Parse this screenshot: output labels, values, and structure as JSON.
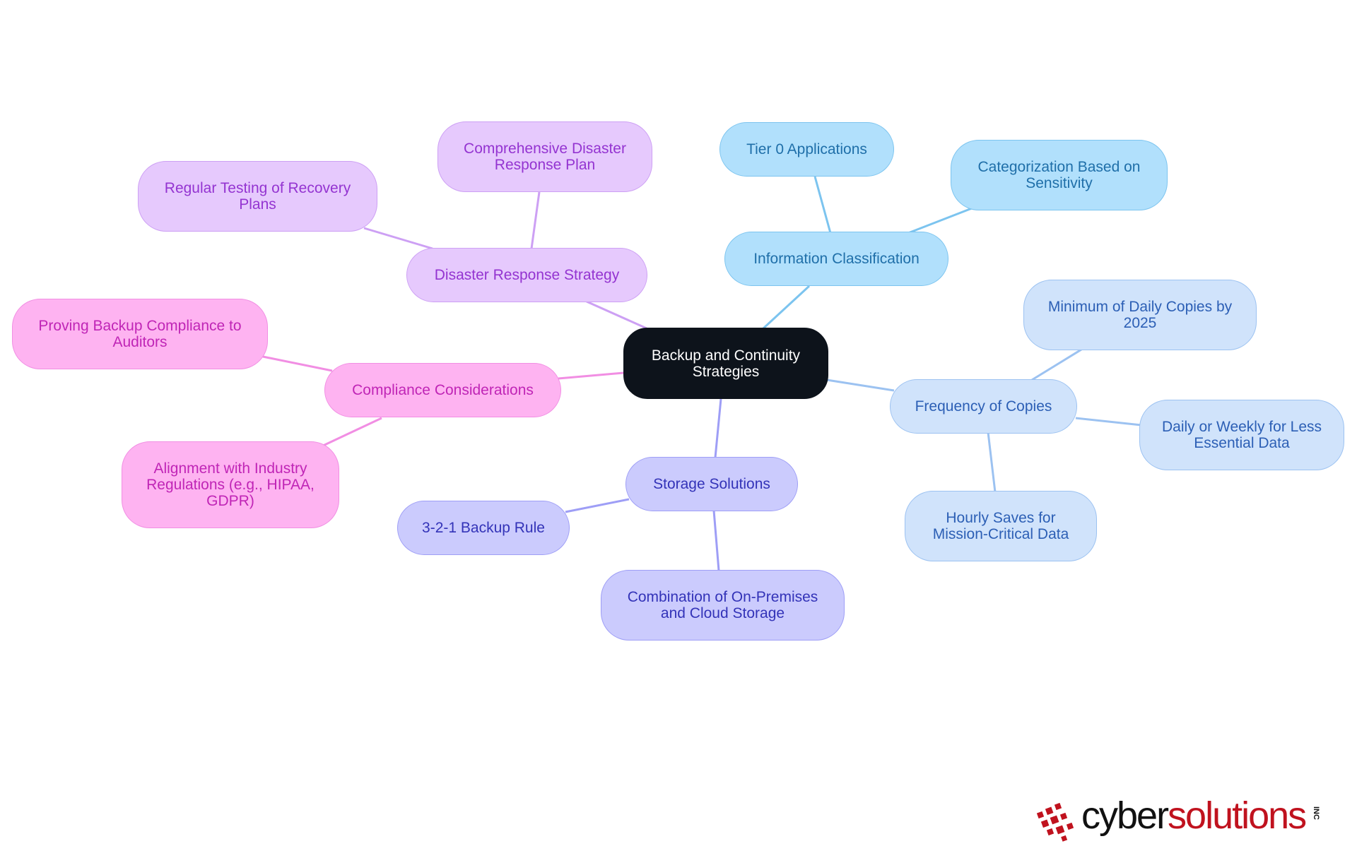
{
  "diagram": {
    "root": "Backup and Continuity Strategies",
    "branches": [
      {
        "label": "Information Classification",
        "color": "#7cc4ef",
        "children": [
          "Tier 0 Applications",
          "Categorization Based on Sensitivity"
        ]
      },
      {
        "label": "Frequency of Copies",
        "color": "#9cc2f1",
        "children": [
          "Minimum of Daily Copies by 2025",
          "Daily or Weekly for Less Essential Data",
          "Hourly Saves for Mission-Critical Data"
        ]
      },
      {
        "label": "Storage Solutions",
        "color": "#9e9ef6",
        "children": [
          "3-2-1 Backup Rule",
          "Combination of On-Premises and Cloud Storage"
        ]
      },
      {
        "label": "Compliance Considerations",
        "color": "#f18ee3",
        "children": [
          "Proving Backup Compliance to Auditors",
          "Alignment with Industry Regulations (e.g., HIPAA, GDPR)"
        ]
      },
      {
        "label": "Disaster Response Strategy",
        "color": "#cda0f4",
        "children": [
          "Regular Testing of Recovery Plans",
          "Comprehensive Disaster Response Plan"
        ]
      }
    ]
  },
  "logo": {
    "part1": "cyber",
    "part2": "solutions",
    "suffix": "INC"
  },
  "colors": {
    "root": "#0d131b",
    "logo_red": "#c0121e"
  }
}
